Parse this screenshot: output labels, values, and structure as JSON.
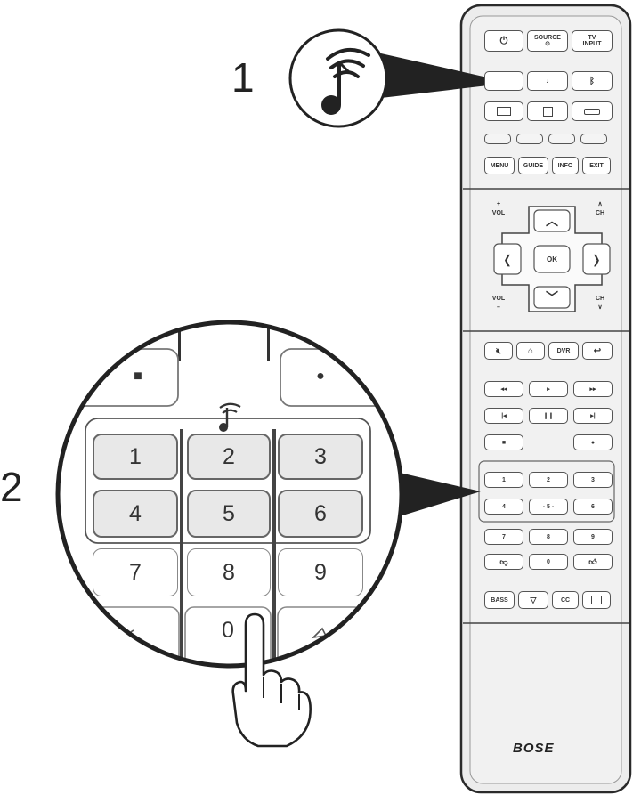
{
  "step_labels": {
    "step1": "1",
    "step2": "2"
  },
  "icons": {
    "music_wifi": "music-note-with-wireless-waves",
    "power": "power-icon",
    "bluetooth": "bluetooth-icon",
    "tv": "tv-icon",
    "game": "game-controller-icon",
    "tap": "finger-tap-icon"
  },
  "remote": {
    "top_row": {
      "source": "SOURCE",
      "tv_input_line1": "TV",
      "tv_input_line2": "INPUT"
    },
    "menu_row": {
      "menu": "MENU",
      "guide": "GUIDE",
      "info": "INFO",
      "exit": "EXIT"
    },
    "nav": {
      "vol_plus": "+",
      "vol": "VOL",
      "vol_minus": "–",
      "ch_up": "∧",
      "ch": "CH",
      "ch_down": "∨",
      "up": "︿",
      "down": "﹀",
      "left": "❬",
      "right": "❭",
      "ok": "OK"
    },
    "dvr_row": {
      "dvr": "DVR"
    },
    "transport": {
      "rew": "◂◂",
      "play": "▸",
      "ffw": "▸▸",
      "prev": "|◂",
      "pause": "❙❙",
      "next": "▸|",
      "stop": "■",
      "record": "●"
    },
    "keypad": [
      "1",
      "2",
      "3",
      "4",
      "- 5 -",
      "6",
      "7",
      "8",
      "9"
    ],
    "bottom_row": {
      "bass": "BASS",
      "cc": "CC"
    },
    "brand": "BOSE"
  },
  "magnifier": {
    "stop": "■",
    "record": "●",
    "preset_keys": [
      "1",
      "2",
      "3",
      "4",
      "5",
      "6"
    ],
    "number_keys": [
      "7",
      "8",
      "9",
      "0"
    ]
  }
}
